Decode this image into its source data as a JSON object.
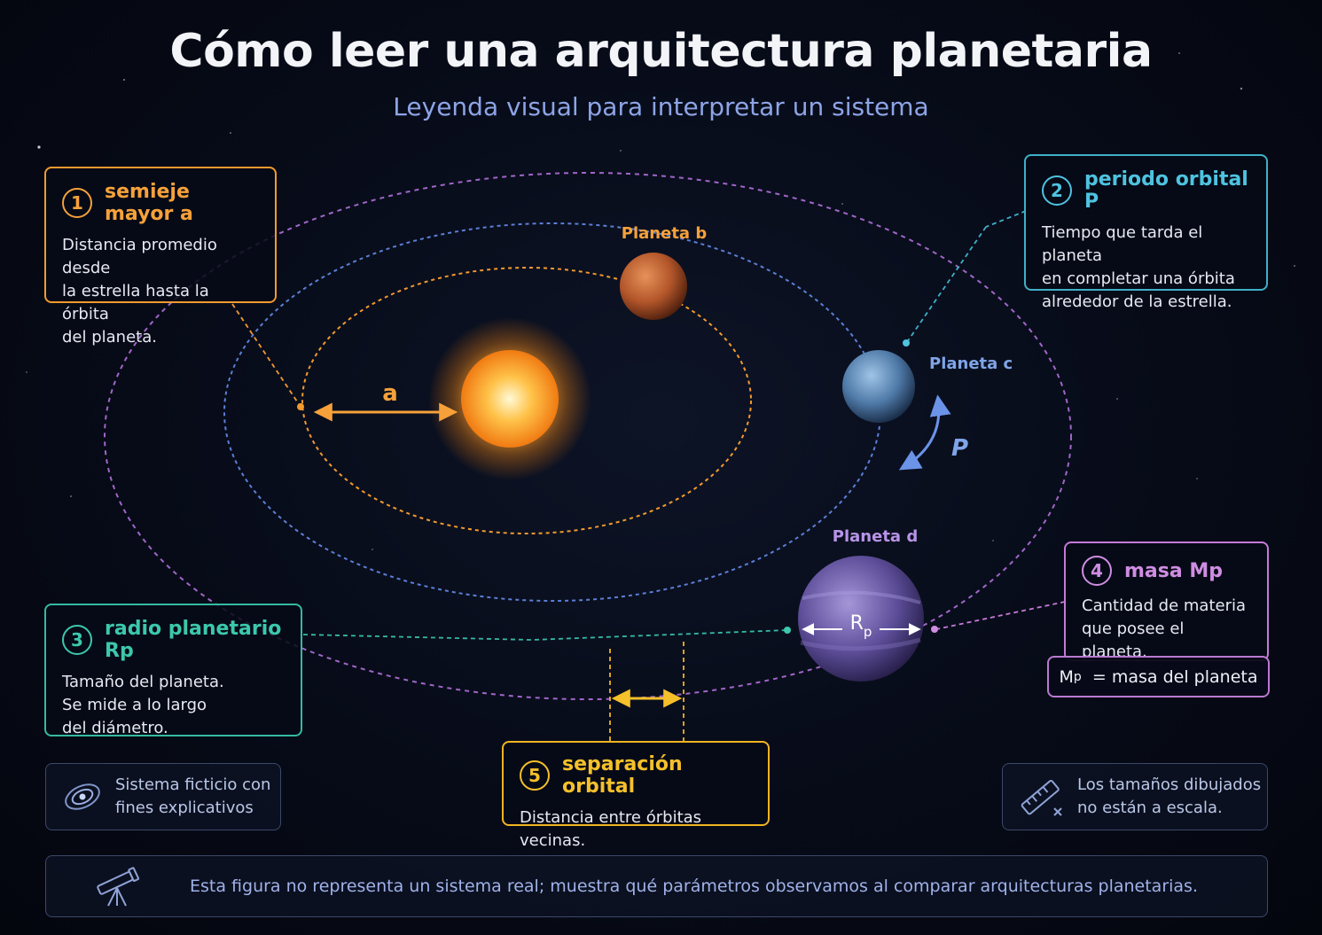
{
  "header": {
    "title": "Cómo leer una arquitectura planetaria",
    "subtitle": "Leyenda visual para interpretar un sistema"
  },
  "diagram": {
    "semimajor_label": "a",
    "period_label": "P",
    "planets": [
      {
        "name": "Planeta b"
      },
      {
        "name": "Planeta c"
      },
      {
        "name": "Planeta d"
      }
    ],
    "radius_label": "R",
    "radius_sub": "p"
  },
  "cards": {
    "semimajor": {
      "number": "1",
      "title": "semieje mayor a",
      "text": "Distancia promedio desde\nla estrella hasta la órbita\ndel planeta."
    },
    "period": {
      "number": "2",
      "title": "periodo orbital P",
      "text": "Tiempo que tarda el planeta\nen completar una órbita\nalrededor de la estrella."
    },
    "radius": {
      "number": "3",
      "title": "radio planetario Rp",
      "text": "Tamaño del planeta.\nSe mide a lo largo\ndel diámetro."
    },
    "mass": {
      "number": "4",
      "title": "masa Mp",
      "text": "Cantidad de materia\nque posee el planeta."
    },
    "separation": {
      "number": "5",
      "title": "separación orbital",
      "text": "Distancia entre órbitas vecinas."
    }
  },
  "formula": {
    "symbol": "M",
    "sub": "p",
    "text": "= masa del planeta"
  },
  "notes": {
    "fictional": "Sistema ficticio con\nfines explicativos",
    "scale": "Los tamaños dibujados\nno están a escala."
  },
  "footer": {
    "text": "Esta figura no representa un sistema real; muestra qué parámetros observamos al comparar arquitecturas planetarias."
  },
  "colors": {
    "inner_orbit": "#f29a2e",
    "middle_orbit": "#5b7fd6",
    "outer_orbit": "#a066c8",
    "period_accent": "#4ec3e0",
    "radius_accent": "#3cc8ad",
    "mass_accent": "#cf8de2",
    "separation_accent": "#f5c02a"
  },
  "icons": {
    "fictional": "galaxy-icon",
    "scale": "ruler-icon",
    "footer": "telescope-icon"
  }
}
